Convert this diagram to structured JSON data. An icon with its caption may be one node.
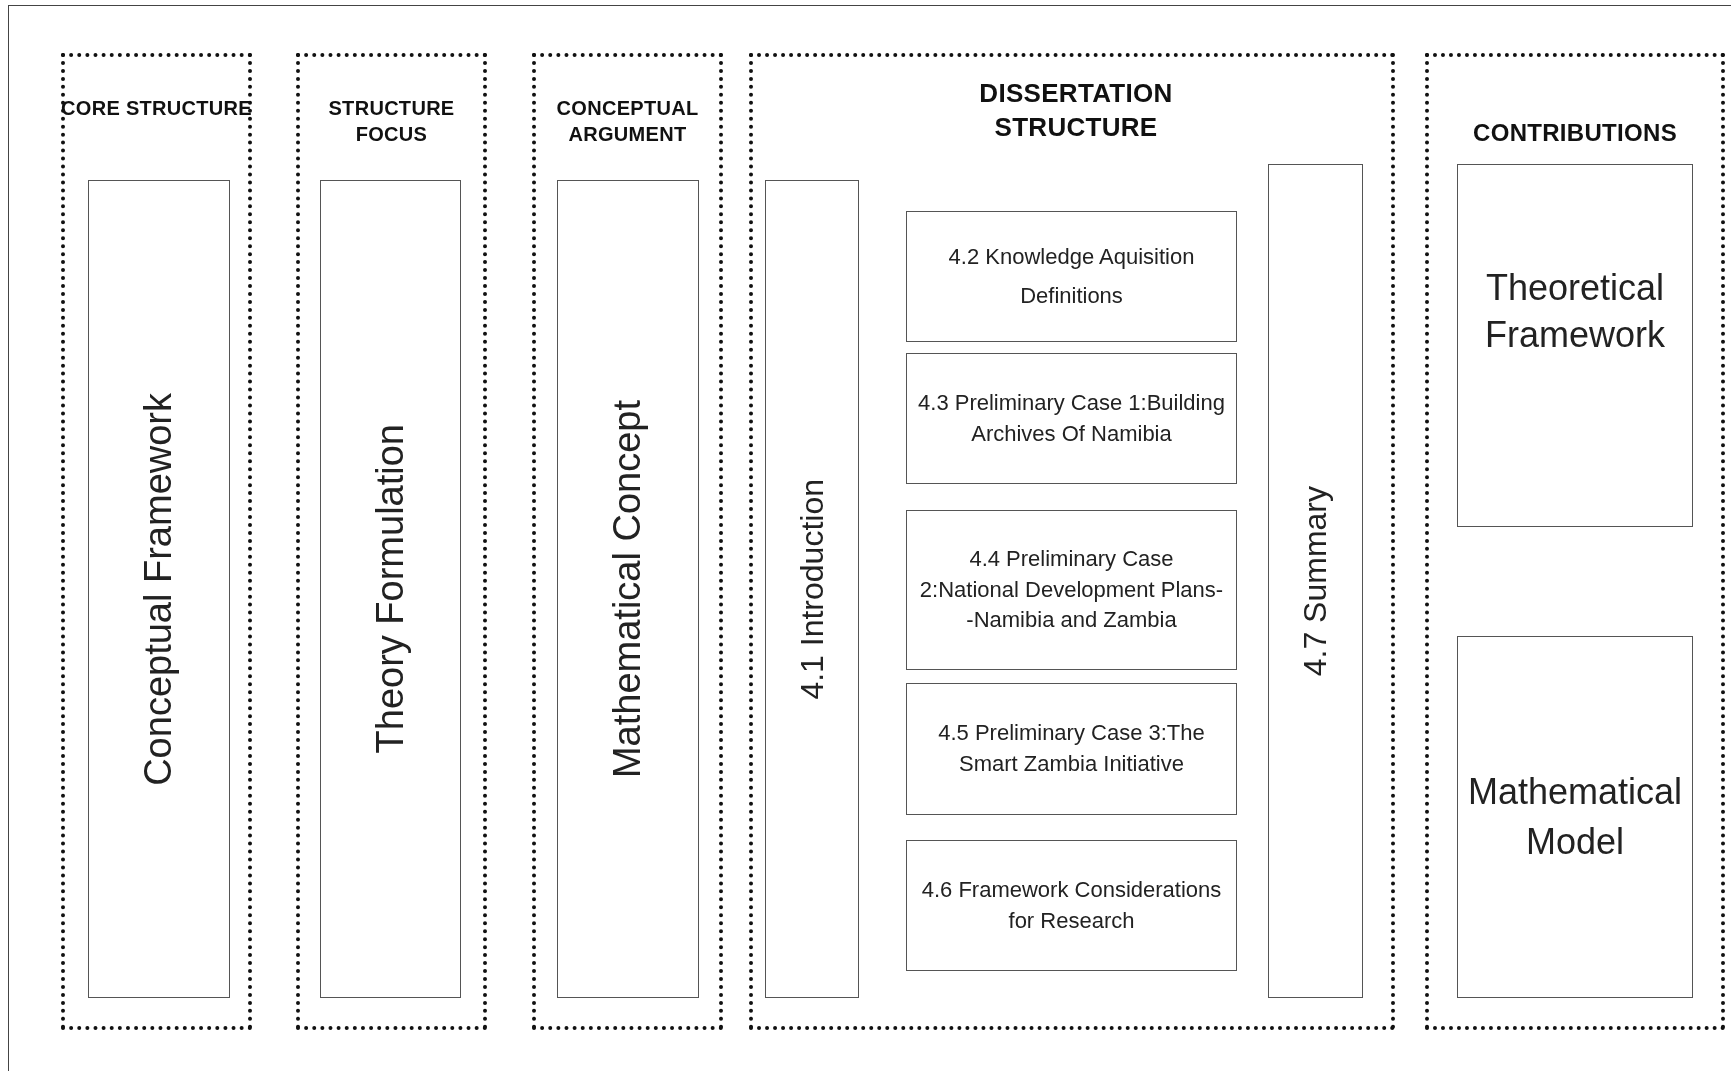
{
  "diagram": {
    "nodes": [
      {
        "text": [
          "CORE STRUCTURE"
        ]
      },
      {
        "text": [
          "Conceptual Framework"
        ],
        "in": 0
      },
      {
        "text": [
          "STRUCTURE FOCUS"
        ]
      },
      {
        "text": [
          "Theory Formulation"
        ],
        "in": 2
      },
      {
        "text": [
          "CONCEPTUAL ARGUMENT"
        ]
      },
      {
        "text": [
          "Mathematical Concept"
        ],
        "in": 4
      },
      {
        "text": [
          "DISSERTATION STRUCTURE"
        ]
      },
      {
        "text": [
          "4.1 Introduction"
        ],
        "in": 6
      },
      {
        "text": [
          "4.2 Knowledge Aquisition Definitions"
        ],
        "in": 6
      },
      {
        "text": [
          "4.3 Preliminary Case 1:Building Archives Of Namibia"
        ],
        "in": 6
      },
      {
        "text": [
          "4.4 Preliminary Case 2:National Development Plans--Namibia and Zambia"
        ],
        "in": 6
      },
      {
        "text": [
          "4.5 Preliminary Case 3:The Smart Zambia Initiative"
        ],
        "in": 6
      },
      {
        "text": [
          "4.6 Framework Considerations for Research"
        ],
        "in": 6
      },
      {
        "text": [
          "4.7 Summary"
        ],
        "in": 6
      },
      {
        "text": [
          "CONTRIBUTIONS"
        ]
      },
      {
        "text": [
          "Theoretical Framework"
        ],
        "in": 14
      },
      {
        "text": [
          "Mathematical Model"
        ],
        "in": 14
      }
    ],
    "edges": []
  }
}
